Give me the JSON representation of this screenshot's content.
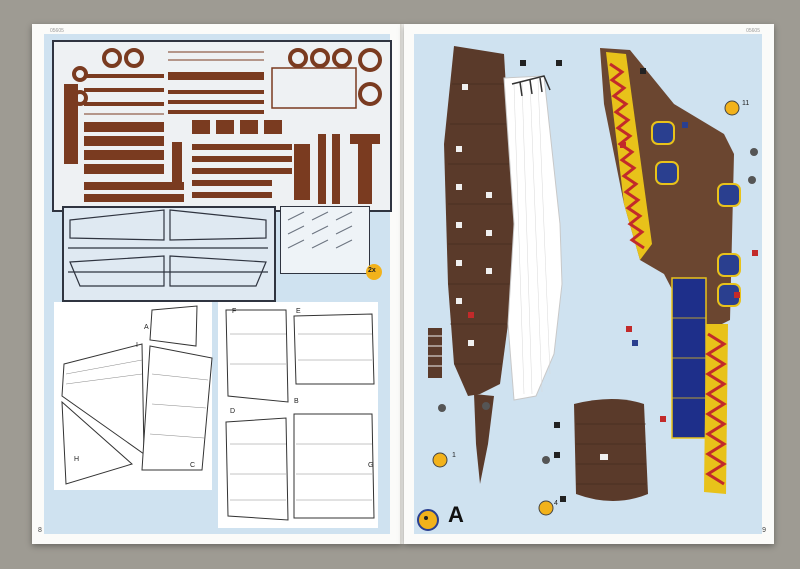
{
  "colors": {
    "background": "#9e9b93",
    "paper": "#fbfbf9",
    "panel": "#cfe2f0",
    "wood": "#7a3b20",
    "hull": "#5a3a2a",
    "sprue": "#2f3440",
    "navy": "#1e2f8a",
    "red": "#c22a2a",
    "yellow": "#e8c21a"
  },
  "left_page": {
    "page_number": "8",
    "code": "05605",
    "sprue_badge": "2x",
    "sail_labels": {
      "h": "H",
      "i": "I",
      "c": "C",
      "a": "A",
      "f": "F",
      "e": "E",
      "d": "D",
      "b": "B",
      "g": "G"
    }
  },
  "right_page": {
    "page_number": "9",
    "code": "05605",
    "step_letter": "A",
    "call_ref_1": "1",
    "call_ref_2": "4",
    "call_ref_3": "11",
    "icons": [
      "wood-paint-icon",
      "glue-icon",
      "mascot-icon"
    ]
  }
}
